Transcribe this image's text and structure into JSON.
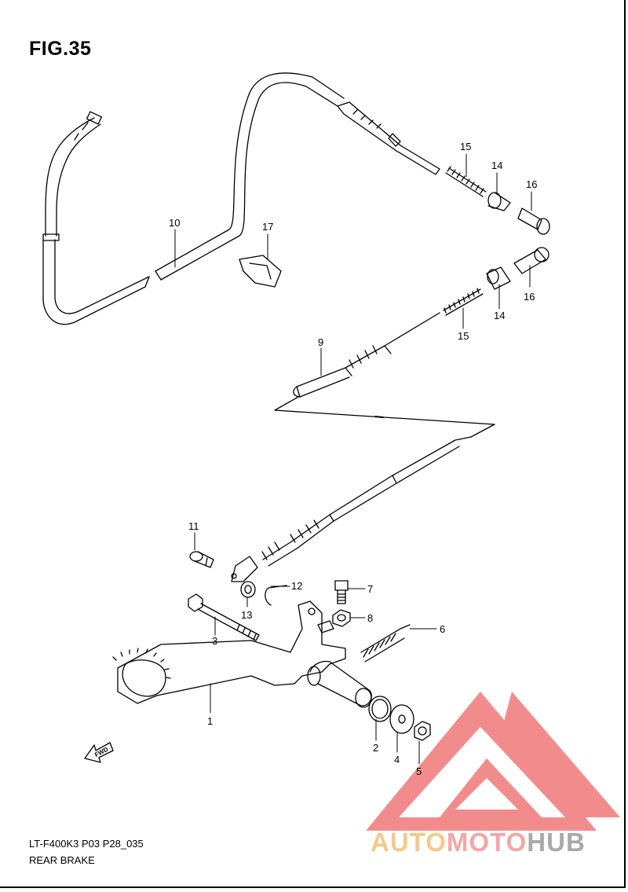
{
  "figure": {
    "title": "FIG.35",
    "footer_code": "LT-F400K3 P03 P28_035",
    "footer_name": "REAR BRAKE"
  },
  "fwd_label": "FWD",
  "callouts": [
    "1",
    "2",
    "3",
    "4",
    "5",
    "6",
    "7",
    "8",
    "9",
    "10",
    "11",
    "12",
    "13",
    "14",
    "14",
    "15",
    "15",
    "16",
    "16",
    "17"
  ],
  "watermark": {
    "part1": "AUTO",
    "part2": "MOTO",
    "part3": "HUB",
    "colors": {
      "auto": "#f6c88c",
      "moto": "#f3a6a6",
      "hub": "#a9a9a9",
      "triangle": "#f07878"
    }
  }
}
